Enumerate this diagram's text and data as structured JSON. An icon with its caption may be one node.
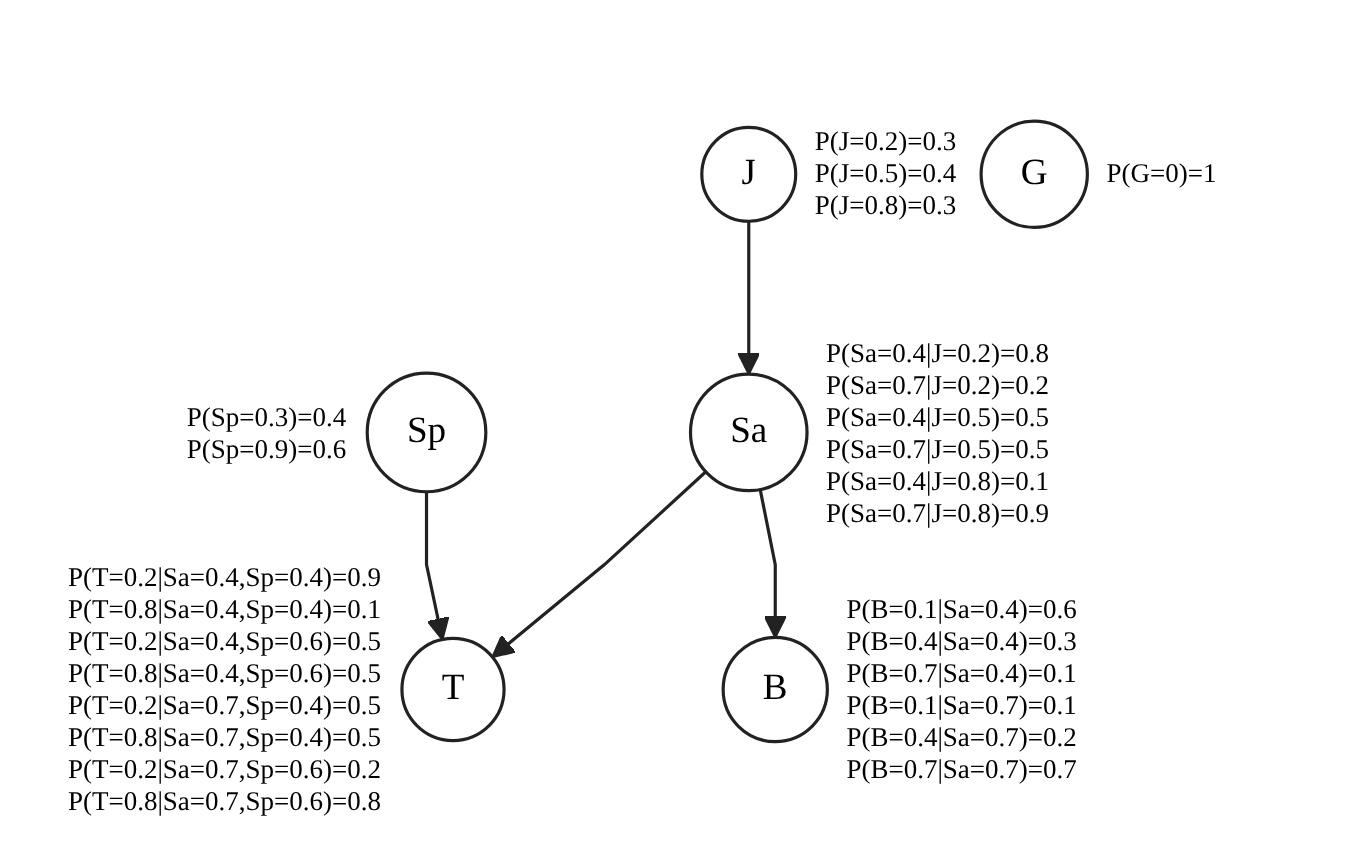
{
  "diagram": {
    "nodes": [
      {
        "text": [
          "J"
        ],
        "beside": [
          "P(J=0.2)=0.3",
          "P(J=0.5)=0.4",
          "P(J=0.8)=0.3"
        ]
      },
      {
        "text": [
          "Sp"
        ],
        "beside": [
          "P(Sp=0.3)=0.4",
          "P(Sp=0.9)=0.6"
        ]
      },
      {
        "text": [
          "Sa"
        ],
        "beside": [
          "P(Sa=0.4|J=0.2)=0.8",
          "P(Sa=0.7|J=0.2)=0.2",
          "P(Sa=0.4|J=0.5)=0.5",
          "P(Sa=0.7|J=0.5)=0.5",
          "P(Sa=0.4|J=0.8)=0.1",
          "P(Sa=0.7|J=0.8)=0.9"
        ]
      },
      {
        "text": [
          "T"
        ],
        "beside": [
          "P(T=0.2|Sa=0.4,Sp=0.4)=0.9",
          "P(T=0.8|Sa=0.4,Sp=0.4)=0.1",
          "P(T=0.2|Sa=0.4,Sp=0.6)=0.5",
          "P(T=0.8|Sa=0.4,Sp=0.6)=0.5",
          "P(T=0.2|Sa=0.7,Sp=0.4)=0.5",
          "P(T=0.8|Sa=0.7,Sp=0.4)=0.5",
          "P(T=0.2|Sa=0.7,Sp=0.6)=0.2",
          "P(T=0.8|Sa=0.7,Sp=0.6)=0.8"
        ]
      },
      {
        "text": [
          "B"
        ],
        "beside": [
          "P(B=0.1|Sa=0.4)=0.6",
          "P(B=0.4|Sa=0.4)=0.3",
          "P(B=0.7|Sa=0.4)=0.1",
          "P(B=0.1|Sa=0.7)=0.1",
          "P(B=0.4|Sa=0.7)=0.2",
          "P(B=0.7|Sa=0.7)=0.7"
        ]
      },
      {
        "text": [
          "G"
        ],
        "beside": [
          "P(G=0)=1"
        ]
      }
    ],
    "edges": [
      {
        "from": 0,
        "to": 2,
        "arrow": "to"
      },
      {
        "from": 1,
        "to": 3,
        "arrow": "to"
      },
      {
        "from": 2,
        "to": 3,
        "arrow": "to"
      },
      {
        "from": 2,
        "to": 4,
        "arrow": "to"
      }
    ]
  }
}
